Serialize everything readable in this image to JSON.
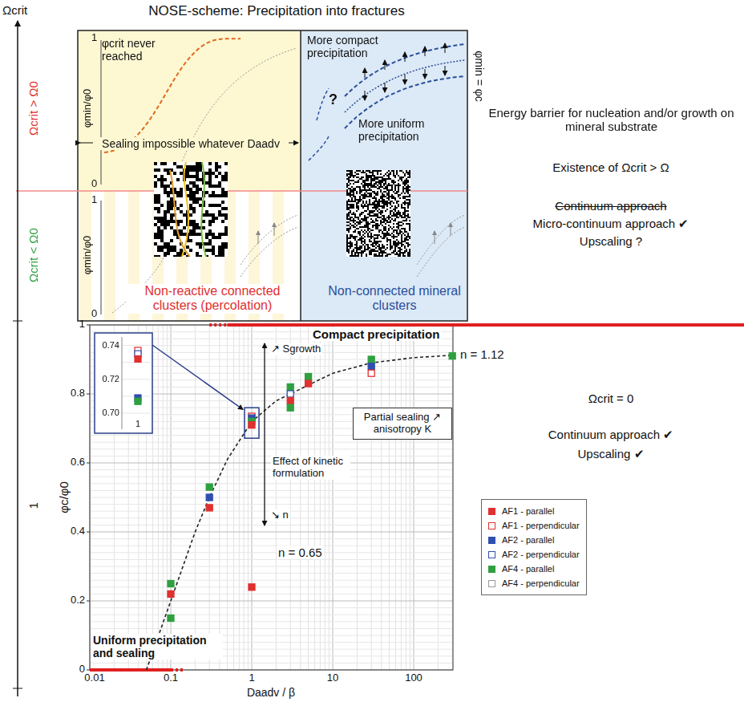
{
  "diagram": {
    "title": "NOSE-scheme: Precipitation into fractures",
    "nodes": [
      {
        "text": [
          "φcrit never reached",
          "Sealing impossible whatever Daadv"
        ]
      },
      {
        "text": [
          "More compact precipitation",
          "?",
          "More uniform precipitation"
        ]
      },
      {
        "text": [
          "Non-reactive connected clusters (percolation)"
        ]
      },
      {
        "text": [
          "Non-connected mineral clusters"
        ]
      },
      {
        "text": [
          "Partial sealing ↗ anisotropy K"
        ]
      }
    ],
    "labels": [
      "Ωcrit",
      "Ωcrit > Ω0",
      "φmin/φ0",
      "1",
      "0",
      "φmin/φ0",
      "1",
      "0",
      "Ωcrit < Ω0",
      "φmin = φc",
      "Energy barrier for nucleation and/or growth on mineral substrate",
      "Existence of Ωcrit > Ω",
      "Continuum approach",
      "Micro-continuum approach ✔",
      "Upscaling ?",
      "1",
      "φc/φ0",
      "0",
      "0.2",
      "0.4",
      "0.6",
      "0.8",
      "1",
      "0.01",
      "0.1",
      "1",
      "10",
      "100",
      "Daadv / β",
      "0.74",
      "0.72",
      "0.70",
      "1",
      "Compact precipitation",
      "↗ Sgrowth",
      "n = 1.12",
      "Effect of kinetic formulation",
      "↘ n",
      "n = 0.65",
      "Uniform precipitation and sealing",
      "Ωcrit = 0",
      "Continuum approach ✔",
      "Upscaling ✔"
    ],
    "legend": [
      {
        "text": "AF1 - parallel",
        "color": "#e03030"
      },
      {
        "text": "AF1 - perpendicular"
      },
      {
        "text": "AF2 - parallel",
        "color": "#2f4fb0"
      },
      {
        "text": "AF2 - perpendicular"
      },
      {
        "text": "AF4 - parallel",
        "color": "#2fa040"
      },
      {
        "text": "AF4 - perpendicular"
      }
    ]
  }
}
